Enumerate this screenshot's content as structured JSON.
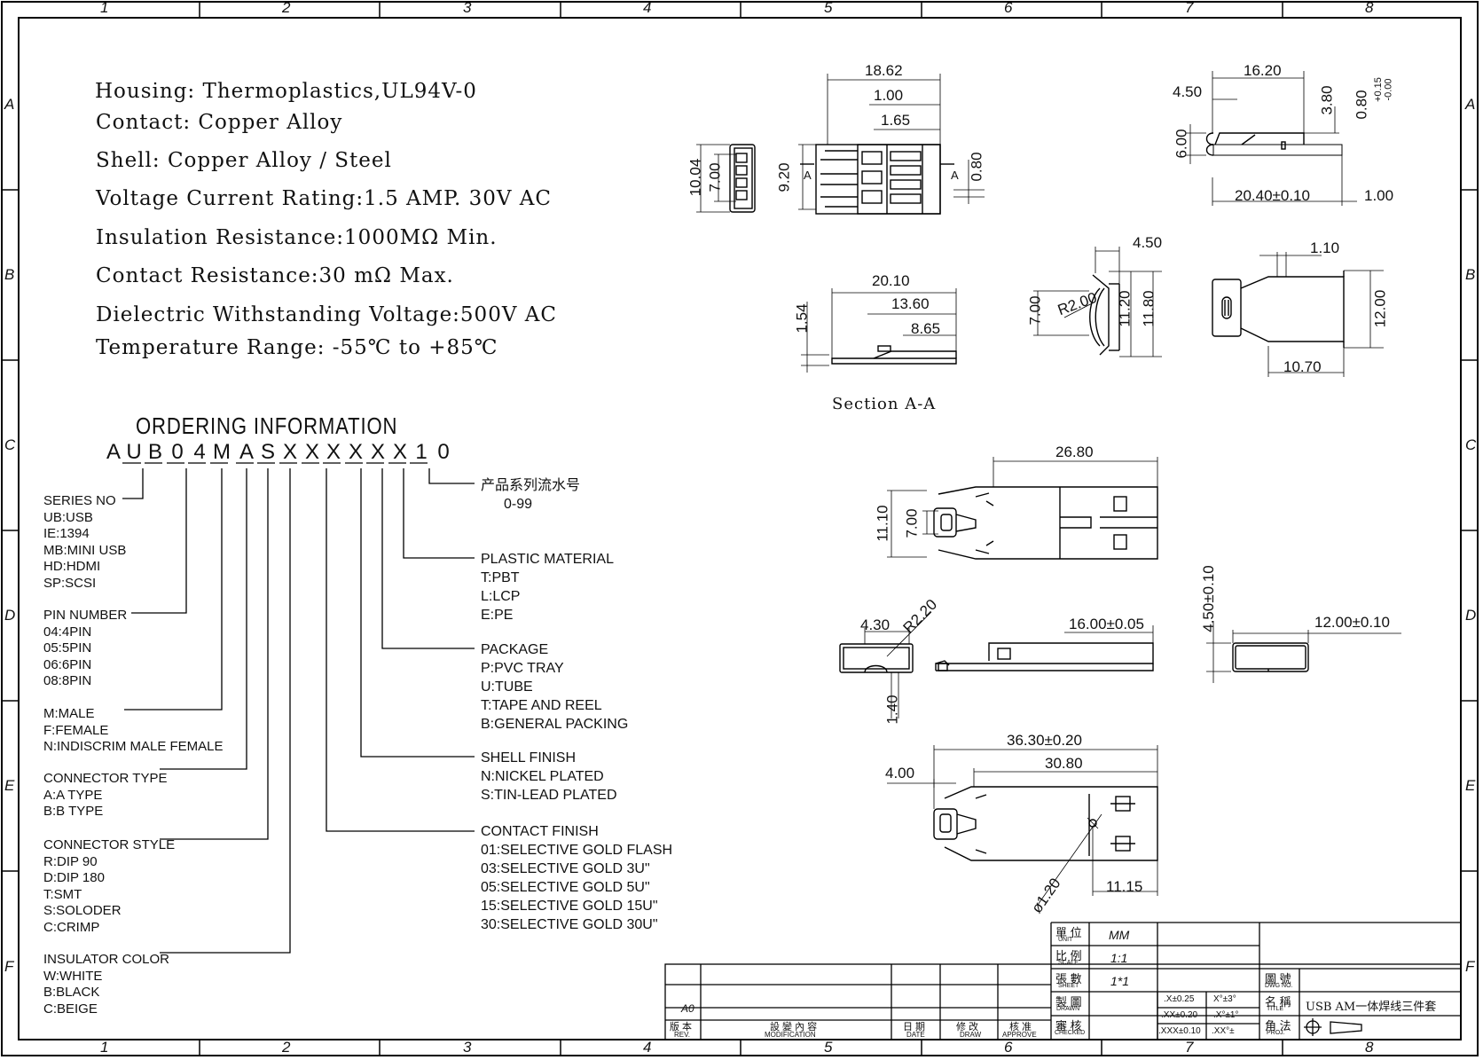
{
  "frame": {
    "columns": [
      "1",
      "2",
      "3",
      "4",
      "5",
      "6",
      "7",
      "8"
    ],
    "rows": [
      "A",
      "B",
      "C",
      "D",
      "E",
      "F"
    ]
  },
  "specs": [
    "Housing: Thermoplastics,UL94V-0",
    "Contact: Copper Alloy",
    "Shell: Copper Alloy / Steel",
    "Voltage Current Rating:1.5 AMP. 30V AC",
    "Insulation Resistance:1000MΩ Min.",
    "Contact Resistance:30 mΩ Max.",
    "Dielectric Withstanding Voltage:500V AC",
    "Temperature Range: -55℃ to +85℃"
  ],
  "ordering": {
    "title": "ORDERING INFORMATION",
    "code": [
      "A",
      "U",
      "B",
      "0",
      "4",
      "M",
      "A",
      "S",
      "X",
      "X",
      "X",
      "X",
      "X",
      "X",
      "1",
      "0"
    ],
    "left_groups": [
      {
        "lines": [
          "SERIES NO",
          "UB:USB",
          "IE:1394",
          "MB:MINI USB",
          "HD:HDMI",
          "SP:SCSI"
        ]
      },
      {
        "lines": [
          "PIN NUMBER",
          "04:4PIN",
          "05:5PIN",
          "06:6PIN",
          "08:8PIN"
        ]
      },
      {
        "lines": [
          "M:MALE",
          "F:FEMALE",
          "N:INDISCRIM MALE FEMALE"
        ]
      },
      {
        "lines": [
          "CONNECTOR TYPE",
          "A:A TYPE",
          "B:B TYPE"
        ]
      },
      {
        "lines": [
          "CONNECTOR STYLE",
          "R:DIP 90",
          "D:DIP 180",
          "T:SMT",
          "S:SOLODER",
          "C:CRIMP"
        ]
      },
      {
        "lines": [
          "INSULATOR COLOR",
          "W:WHITE",
          "B:BLACK",
          "C:BEIGE"
        ]
      }
    ],
    "right_groups": [
      {
        "lines": [
          "产品系列流水号",
          "0-99"
        ]
      },
      {
        "lines": [
          "PLASTIC MATERIAL",
          "T:PBT",
          "L:LCP",
          "E:PE"
        ]
      },
      {
        "lines": [
          "PACKAGE",
          "P:PVC TRAY",
          "U:TUBE",
          "T:TAPE AND REEL",
          "B:GENERAL PACKING"
        ]
      },
      {
        "lines": [
          "SHELL FINISH",
          "N:NICKEL PLATED",
          "S:TIN-LEAD PLATED"
        ]
      },
      {
        "lines": [
          "CONTACT FINISH",
          "01:SELECTIVE GOLD FLASH",
          "03:SELECTIVE GOLD 3U\"",
          "05:SELECTIVE GOLD 5U\"",
          "15:SELECTIVE GOLD 15U\"",
          "30:SELECTIVE GOLD 30U\""
        ]
      }
    ]
  },
  "dims": {
    "d1862": "18.62",
    "d100a": "1.00",
    "d165": "1.65",
    "d080": "0.80",
    "d1004": "10.04",
    "d700a": "7.00",
    "d920": "9.20",
    "secA": "A",
    "d1620": "16.20",
    "d450a": "4.50",
    "d380": "3.80",
    "d080tol": "0.80",
    "tolUp": "+0.15",
    "tolDn": "-0.00",
    "d600": "6.00",
    "d2040": "20.40±0.10",
    "d100b": "1.00",
    "d2010": "20.10",
    "d1360": "13.60",
    "d865": "8.65",
    "d154": "1.54",
    "section": "Section A-A",
    "d450b": "4.50",
    "d700b": "7.00",
    "r200": "R2.00",
    "d1120a": "11.20",
    "d1180": "11.80",
    "d110": "1.10",
    "d1200": "12.00",
    "d1070": "10.70",
    "d2680": "26.80",
    "d1110": "11.10",
    "d700c": "7.00",
    "d430": "4.30",
    "r220": "R2.20",
    "d140": "1.40",
    "d1600": "16.00±0.05",
    "d450c": "4.50±0.10",
    "d1200b": "12.00±0.10",
    "d3630": "36.30±0.20",
    "d3080": "30.80",
    "d400": "4.00",
    "d120": "ø1.20",
    "d1115": "11.15"
  },
  "title_block": {
    "unit_label": "單 位",
    "unit_sub": "UNIT",
    "unit_val": "MM",
    "scale_label": "比 例",
    "scale_sub": "SCALE",
    "scale_val": "1:1",
    "sheet_label": "張 數",
    "sheet_sub": "SHEET",
    "sheet_val": "1*1",
    "drawn_label": "製 圖",
    "drawn_sub": "DRAWN",
    "checked_label": "審 核",
    "checked_sub": "CHECKED",
    "dwg_label": "圖 號",
    "dwg_sub": "DWG NO.",
    "title_label": "名 稱",
    "title_sub": "TITLE",
    "title_val": "USB AM一体焊线三件套",
    "proj_label": "角 法",
    "proj_sub": "PROJ.",
    "tol1": ".X±0.25",
    "tol2": ".XX±0.20",
    "tol3": ".XXX±0.10",
    "ang1": "X°±3°",
    "ang2": ".X°±1°",
    "ang3": ".XX°±",
    "rev_val": "A0",
    "rev_label": "版 本",
    "rev_sub": "REV.",
    "mod_label": "設 變 內 容",
    "mod_sub": "MODIFICATION",
    "date_label": "日 期",
    "date_sub": "DATE",
    "draw_label": "修 改",
    "draw_sub": "DRAW",
    "appr_label": "核 准",
    "appr_sub": "APPROVE"
  }
}
